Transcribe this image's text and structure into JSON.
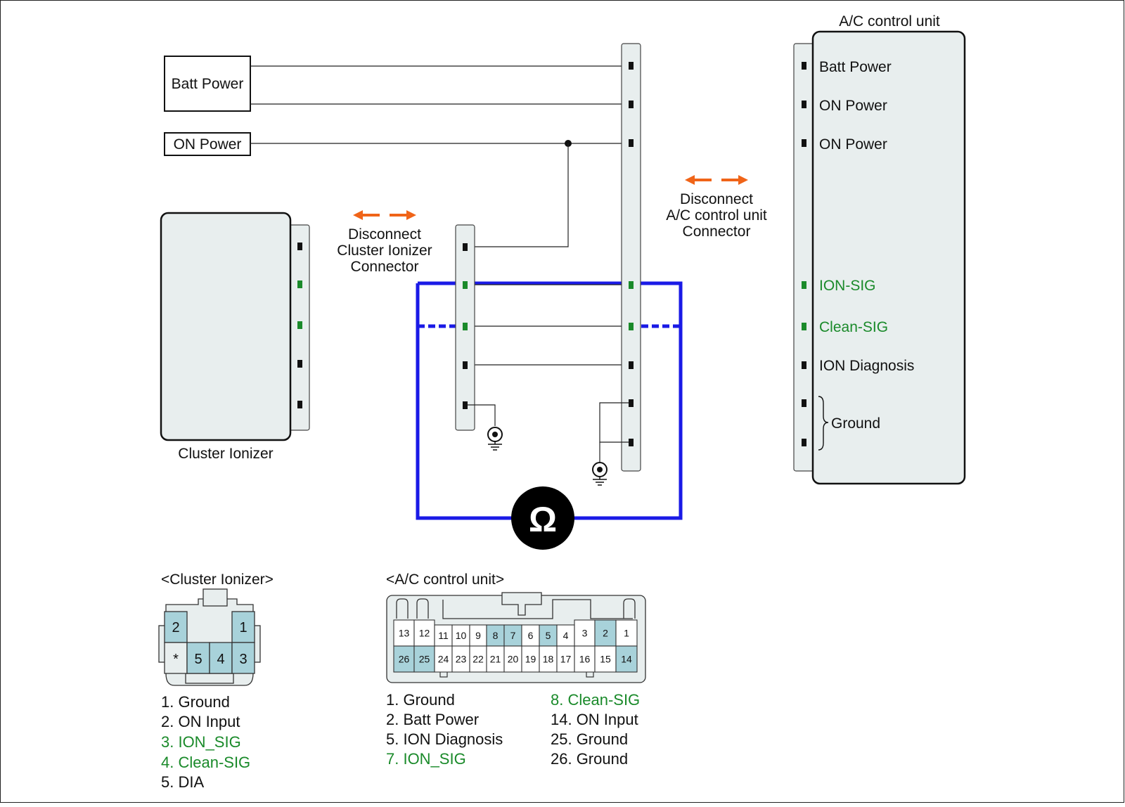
{
  "colors": {
    "green_text": "#1a8a2a",
    "meter_wire": "#1a1ae6",
    "arrow": "#f06418",
    "panel": "#e8eeee",
    "highlight": "#a8d2da"
  },
  "sources": {
    "batt_power": "Batt Power",
    "on_power": "ON Power"
  },
  "cluster": {
    "label": "Cluster Ionizer",
    "disconnect": [
      "Disconnect",
      "Cluster Ionizer",
      "Connector"
    ]
  },
  "acu": {
    "title": "A/C control unit",
    "disconnect": [
      "Disconnect",
      "A/C control unit",
      "Connector"
    ],
    "pins": {
      "batt": "Batt Power",
      "on1": "ON Power",
      "on2": "ON Power",
      "ion_sig": "ION-SIG",
      "clean_sig": "Clean-SIG",
      "ion_diag": "ION Diagnosis",
      "ground": "Ground"
    }
  },
  "meter": {
    "symbol": "Ω",
    "icon": "ohmmeter-icon"
  },
  "cluster_connector": {
    "title": "<Cluster Ionizer>",
    "top_pins": [
      "2",
      "1"
    ],
    "bottom_pins": [
      "*",
      "5",
      "4",
      "3"
    ],
    "legend": [
      {
        "text": "1. Ground",
        "green": false
      },
      {
        "text": "2. ON Input",
        "green": false
      },
      {
        "text": "3. ION_SIG",
        "green": true
      },
      {
        "text": "4. Clean-SIG",
        "green": true
      },
      {
        "text": "5. DIA",
        "green": false
      }
    ]
  },
  "acu_connector": {
    "title": "<A/C control unit>",
    "top_pins": [
      "13",
      "12",
      "11",
      "10",
      "9",
      "8",
      "7",
      "6",
      "5",
      "4",
      "3",
      "2",
      "1"
    ],
    "bottom_pins": [
      "26",
      "25",
      "24",
      "23",
      "22",
      "21",
      "20",
      "19",
      "18",
      "17",
      "16",
      "15",
      "14"
    ],
    "highlighted": [
      "8",
      "7",
      "5",
      "2",
      "26",
      "25",
      "14"
    ],
    "legend_left": [
      {
        "text": "1. Ground",
        "green": false
      },
      {
        "text": "2. Batt Power",
        "green": false
      },
      {
        "text": "5. ION Diagnosis",
        "green": false
      },
      {
        "text": "7. ION_SIG",
        "green": true
      }
    ],
    "legend_right": [
      {
        "text": "8. Clean-SIG",
        "green": true
      },
      {
        "text": "14. ON Input",
        "green": false
      },
      {
        "text": "25. Ground",
        "green": false
      },
      {
        "text": "26. Ground",
        "green": false
      }
    ]
  }
}
